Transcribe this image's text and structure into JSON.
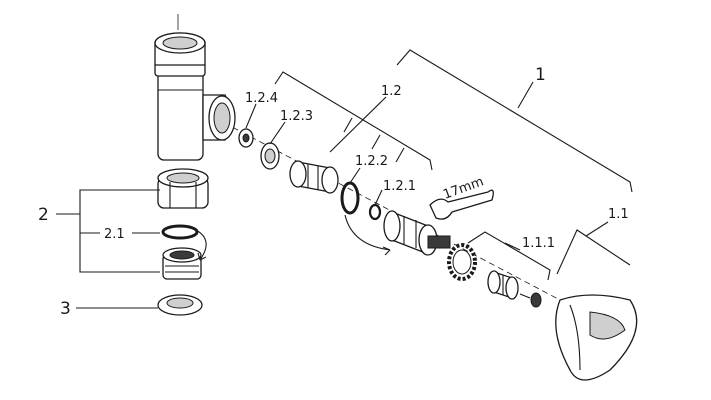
{
  "labels": {
    "l1": "1",
    "l11": "1.1",
    "l111": "1.1.1",
    "l12": "1.2",
    "l121": "1.2.1",
    "l122": "1.2.2",
    "l123": "1.2.3",
    "l124": "1.2.4",
    "l2": "2",
    "l21": "2.1",
    "l3": "3",
    "wrench": "17mm"
  }
}
